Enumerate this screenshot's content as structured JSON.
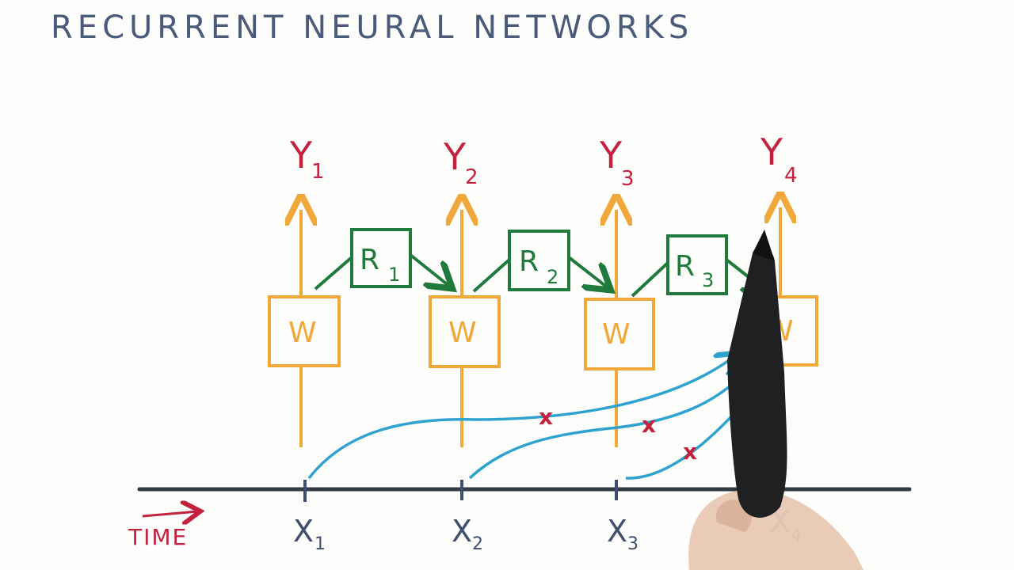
{
  "title": "RECURRENT NEURAL NETWORKS",
  "colors": {
    "title": "#4a5a7a",
    "output_label": "#c4213e",
    "input_label": "#3f4e6c",
    "weight_box": "#f0a83a",
    "recurrent_box": "#1f7a3c",
    "long_range_arrow": "#2ea3cf",
    "cross": "#c4213e",
    "timeline": "#333a44"
  },
  "outputs": [
    {
      "letter": "Y",
      "sub": "1"
    },
    {
      "letter": "Y",
      "sub": "2"
    },
    {
      "letter": "Y",
      "sub": "3"
    },
    {
      "letter": "Y",
      "sub": "4"
    }
  ],
  "inputs": [
    {
      "letter": "X",
      "sub": "1"
    },
    {
      "letter": "X",
      "sub": "2"
    },
    {
      "letter": "X",
      "sub": "3"
    },
    {
      "letter": "X",
      "sub": "4"
    }
  ],
  "weights": [
    "W",
    "W",
    "W",
    "W"
  ],
  "recurrent": [
    {
      "letter": "R",
      "sub": "1"
    },
    {
      "letter": "R",
      "sub": "2"
    },
    {
      "letter": "R",
      "sub": "3"
    }
  ],
  "time_label": "TIME",
  "cross_mark": "x"
}
